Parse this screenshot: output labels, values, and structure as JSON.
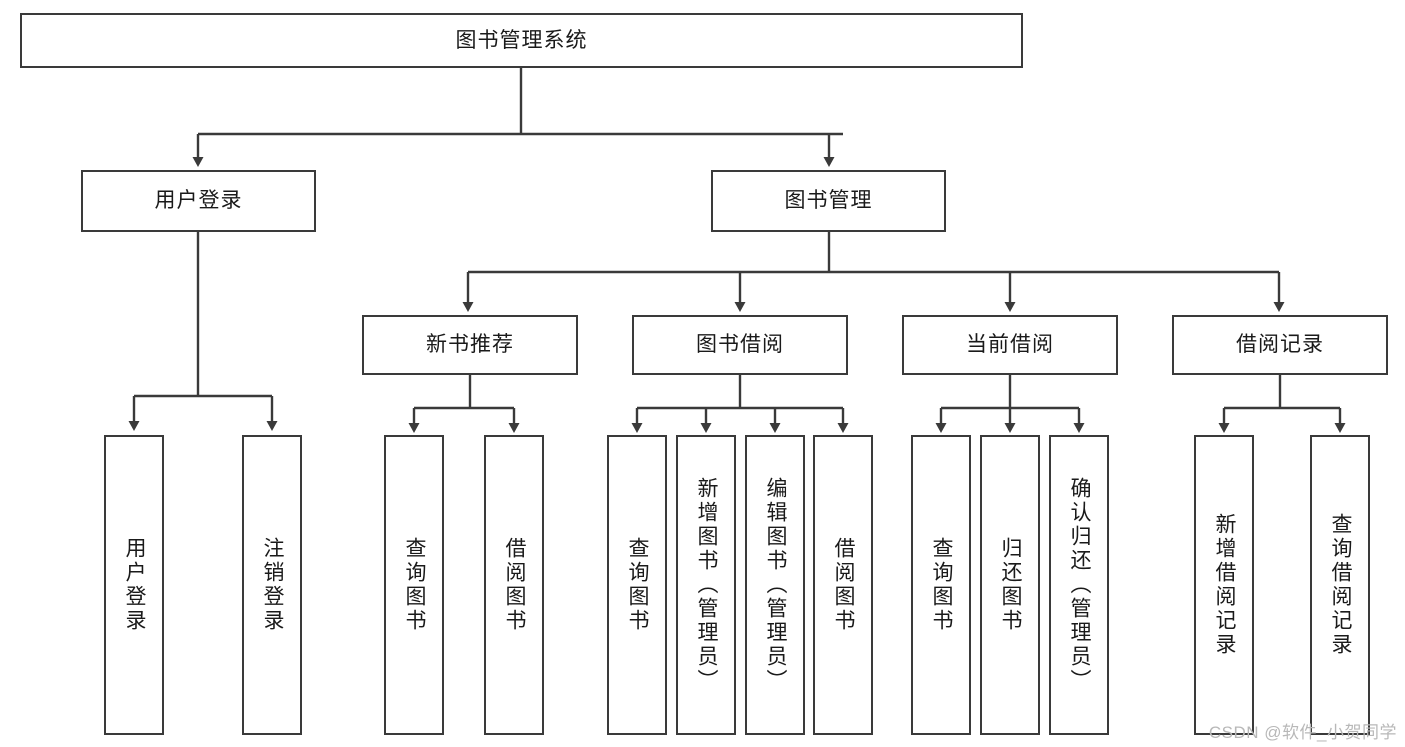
{
  "diagram": {
    "title": "图书管理系统",
    "type": "tree-hierarchy-chart",
    "root": {
      "label": "图书管理系统"
    },
    "level2": [
      {
        "label": "用户登录"
      },
      {
        "label": "图书管理"
      }
    ],
    "level3": [
      {
        "label": "新书推荐"
      },
      {
        "label": "图书借阅"
      },
      {
        "label": "当前借阅"
      },
      {
        "label": "借阅记录"
      }
    ],
    "leaves": {
      "user_login": [
        {
          "label": "用户登录"
        },
        {
          "label": "注销登录"
        }
      ],
      "new_book_recommend": [
        {
          "label": "查询图书"
        },
        {
          "label": "借阅图书"
        }
      ],
      "book_borrow": [
        {
          "label": "查询图书"
        },
        {
          "label": "新增图书（管理员）"
        },
        {
          "label": "编辑图书（管理员）"
        },
        {
          "label": "借阅图书"
        }
      ],
      "current_borrow": [
        {
          "label": "查询图书"
        },
        {
          "label": "归还图书"
        },
        {
          "label": "确认归还（管理员）"
        }
      ],
      "borrow_record": [
        {
          "label": "新增借阅记录"
        },
        {
          "label": "查询借阅记录"
        }
      ]
    }
  },
  "watermark": {
    "text": "CSDN @软件_小贺同学"
  },
  "colors": {
    "stroke": "#3a3a3a",
    "fill": "#ffffff",
    "text": "#1a1a1a",
    "watermark": "#b8b8b8"
  }
}
